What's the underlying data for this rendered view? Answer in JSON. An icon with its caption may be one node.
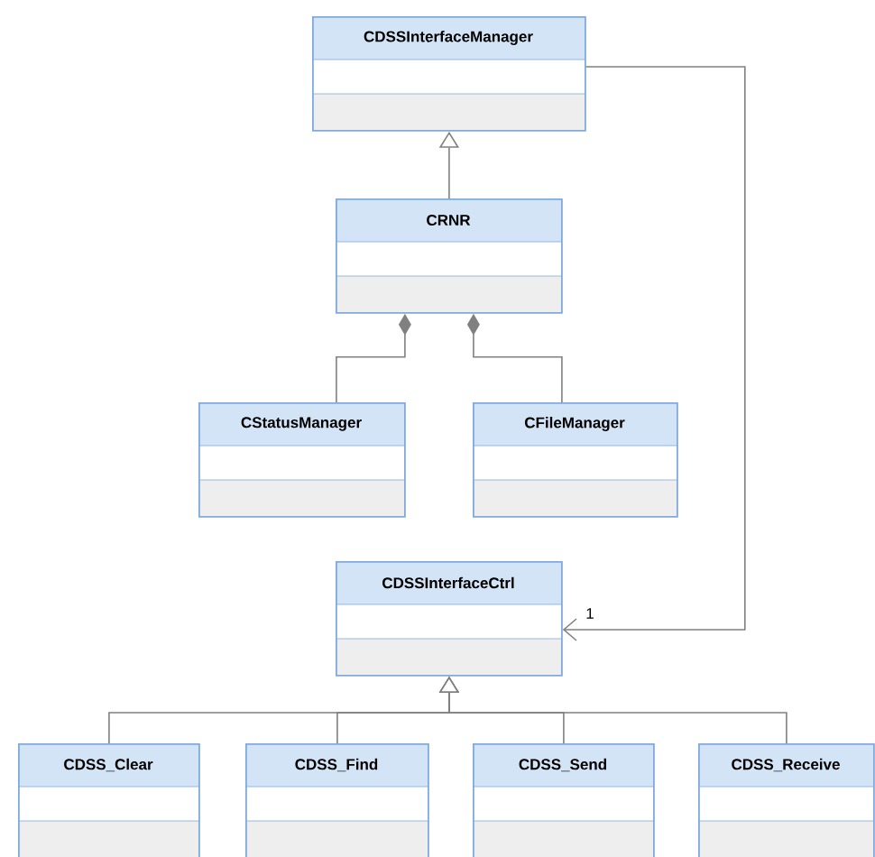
{
  "diagram": {
    "nodes": [
      {
        "text": [
          "CDSSInterfaceManager"
        ]
      },
      {
        "text": [
          "CRNR"
        ]
      },
      {
        "text": [
          "CStatusManager"
        ]
      },
      {
        "text": [
          "CFileManager"
        ]
      },
      {
        "text": [
          "CDSSInterfaceCtrl"
        ]
      },
      {
        "text": [
          "CDSS_Clear"
        ]
      },
      {
        "text": [
          "CDSS_Find"
        ]
      },
      {
        "text": [
          "CDSS_Send"
        ]
      },
      {
        "text": [
          "CDSS_Receive"
        ]
      }
    ],
    "edges": [
      {
        "from": 1,
        "to": 0,
        "arrow": "to"
      },
      {
        "from": 1,
        "to": 2,
        "arrow": "other"
      },
      {
        "from": 1,
        "to": 3,
        "arrow": "other"
      },
      {
        "from": 0,
        "to": 4,
        "arrow": "to",
        "label": "1"
      },
      {
        "from": 5,
        "to": 4,
        "arrow": "to"
      },
      {
        "from": 6,
        "to": 4,
        "arrow": "to"
      },
      {
        "from": 7,
        "to": 4,
        "arrow": "to"
      },
      {
        "from": 8,
        "to": 4,
        "arrow": "to"
      }
    ]
  }
}
